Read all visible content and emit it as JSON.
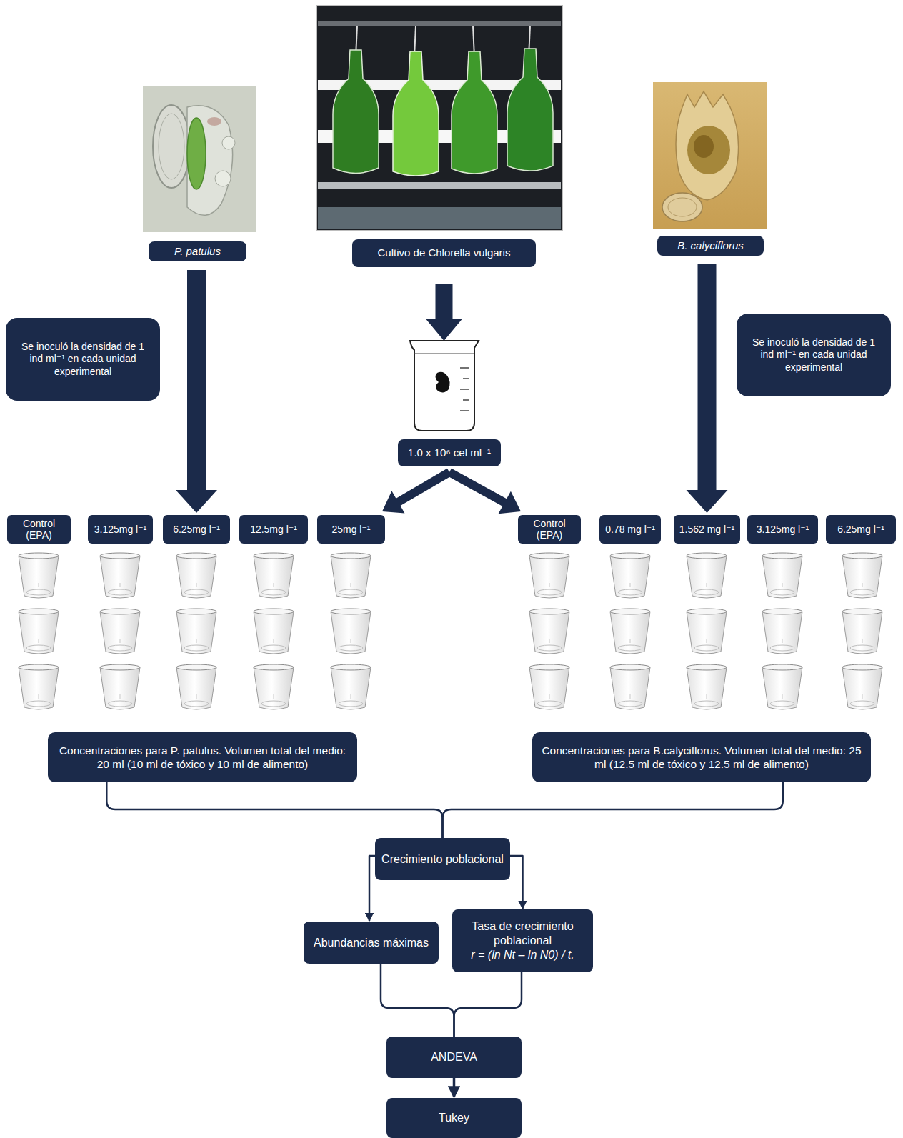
{
  "diagram": {
    "nodes": [
      {
        "text": [
          "P. patulus"
        ]
      },
      {
        "text": [
          "Cultivo de Chlorella vulgaris"
        ]
      },
      {
        "text": [
          "B. calyciflorus"
        ]
      },
      {
        "text": [
          "Se inoculó la densidad de 1 ind ml⁻¹ en cada unidad experimental"
        ]
      },
      {
        "text": [
          "Se inoculó la densidad de 1 ind ml⁻¹ en cada unidad experimental"
        ]
      },
      {
        "text": [
          "1.0 x 10⁶ cel ml⁻¹"
        ]
      },
      {
        "text": [
          "Control (EPA)"
        ]
      },
      {
        "text": [
          "3.125mg l⁻¹"
        ]
      },
      {
        "text": [
          "6.25mg l⁻¹"
        ]
      },
      {
        "text": [
          "12.5mg l⁻¹"
        ]
      },
      {
        "text": [
          "25mg l⁻¹"
        ]
      },
      {
        "text": [
          "Control (EPA)"
        ]
      },
      {
        "text": [
          "0.78 mg l⁻¹"
        ]
      },
      {
        "text": [
          "1.562 mg l⁻¹"
        ]
      },
      {
        "text": [
          "3.125mg l⁻¹"
        ]
      },
      {
        "text": [
          "6.25mg l⁻¹"
        ]
      },
      {
        "text": [
          "Concentraciones para P. patulus. Volumen total del medio: 20 ml (10 ml de tóxico y 10 ml de alimento)"
        ]
      },
      {
        "text": [
          "Concentraciones para B.calyciflorus. Volumen total del medio: 25 ml (12.5 ml de tóxico y 12.5 ml de alimento)"
        ]
      },
      {
        "text": [
          "Crecimiento poblacional"
        ]
      },
      {
        "text": [
          "Abundancias máximas"
        ]
      },
      {
        "text": [
          "Tasa de crecimiento poblacional",
          "r = (ln Nt – ln N0) / t."
        ]
      },
      {
        "text": [
          "ANDEVA"
        ]
      },
      {
        "text": [
          "Tukey"
        ]
      }
    ],
    "edges": [
      {
        "from": 0,
        "to": 8,
        "arrow": "to"
      },
      {
        "from": 1,
        "to": 5,
        "arrow": "to"
      },
      {
        "from": 2,
        "to": 13,
        "arrow": "to"
      },
      {
        "from": 5,
        "to": 10,
        "arrow": "to"
      },
      {
        "from": 5,
        "to": 11,
        "arrow": "to"
      },
      {
        "from": 16,
        "to": 18,
        "arrow": "none"
      },
      {
        "from": 17,
        "to": 18,
        "arrow": "none"
      },
      {
        "from": 18,
        "to": 19,
        "arrow": "to"
      },
      {
        "from": 18,
        "to": 20,
        "arrow": "to"
      },
      {
        "from": 19,
        "to": 21,
        "arrow": "none"
      },
      {
        "from": 20,
        "to": 21,
        "arrow": "none"
      },
      {
        "from": 21,
        "to": 22,
        "arrow": "to"
      }
    ]
  }
}
